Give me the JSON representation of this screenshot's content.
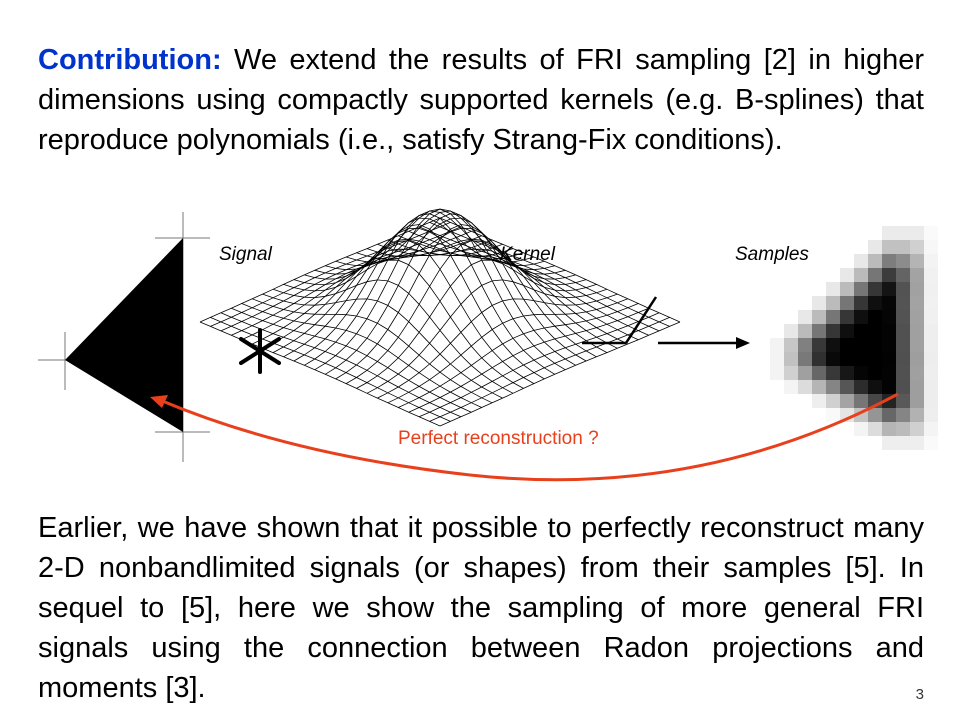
{
  "contribution": {
    "heading": "Contribution:",
    "text": " We extend the results of FRI sampling [2] in higher dimensions using compactly supported kernels (e.g. B-splines) that reproduce polynomials (i.e., satisfy Strang-Fix conditions)."
  },
  "figure": {
    "signal_label": "Signal",
    "kernel_label": "Kernel",
    "samples_label": "Samples",
    "reconstruction_label": "Perfect reconstruction ?",
    "convolution_symbol": "*",
    "reconstruction_color": "#e8401c"
  },
  "earlier": {
    "text": "Earlier, we have shown that it possible to perfectly reconstruct many 2-D nonbandlimited signals (or shapes) from their samples [5]. In sequel to [5], here we show the sampling of more general FRI signals using the connection between Radon projections and moments [3]."
  },
  "slide_number": "3",
  "colors": {
    "accent": "#0033cc",
    "reconstruction": "#e8401c"
  }
}
